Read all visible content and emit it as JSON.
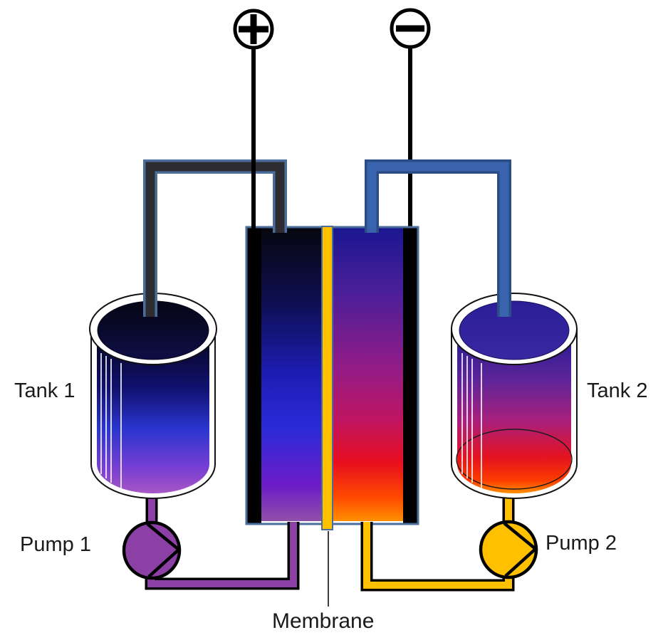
{
  "labels": {
    "tank1": "Tank 1",
    "tank2": "Tank 2",
    "pump1": "Pump 1",
    "pump2": "Pump 2",
    "membrane": "Membrane"
  },
  "terminals": {
    "positive_symbol": "+",
    "negative_symbol": "−"
  },
  "icons": {
    "positive": "plus-circle-icon",
    "negative": "minus-circle-icon",
    "pump": "pump-impeller-icon"
  },
  "colors": {
    "background": "#FFFFFF",
    "wire": "#000000",
    "electrode": "#000000",
    "outline": "#000000",
    "cell_frame": "#4A6D9C",
    "membrane": "#FFC000",
    "pump1": "#8C3FA5",
    "pump2": "#FFC000",
    "pipe_anolyte": "#8C3FA5",
    "pipe_catholyte": "#FFC000",
    "pipe_positive_fill": "#2D2D31",
    "pipe_positive_outline": "#4A6D9C",
    "pipe_negative_fill": "#3A63AE",
    "pipe_negative_outline": "#2C4C86",
    "tank_wall": "#FFFFFF",
    "label_text": "#1A1A1A",
    "tank1_gradient": [
      "#04041A",
      "#111170",
      "#2A35CF",
      "#7A3FD2",
      "#A757C5"
    ],
    "tank1_top": [
      "#050514",
      "#0E0E46"
    ],
    "tank2_gradient": [
      "#241A90",
      "#5E2599",
      "#A81F7D",
      "#E6131F",
      "#FB3C00",
      "#FF9000"
    ],
    "tank2_top": [
      "#2A1E96",
      "#3A28A2"
    ],
    "cell_left_gradient": [
      "#07070F",
      "#0E0E50",
      "#1D1DB4",
      "#2A2AD8",
      "#6E1CC8",
      "#9150A8"
    ],
    "cell_right_gradient": [
      "#1A1790",
      "#4A1F9A",
      "#931C86",
      "#C01560",
      "#E80E1E",
      "#FF4A00",
      "#FF9000"
    ]
  }
}
